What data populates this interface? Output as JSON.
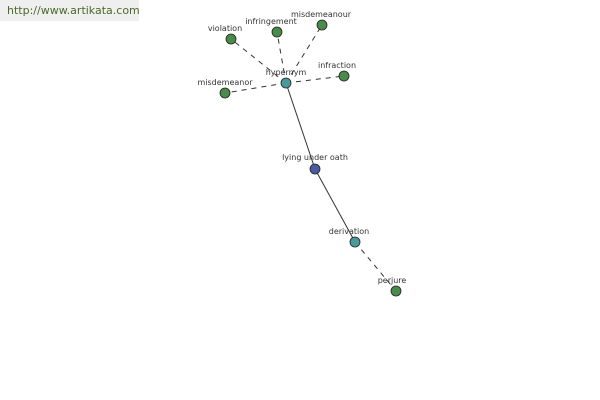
{
  "source": {
    "url": "http://www.artikata.com"
  },
  "graph": {
    "center": {
      "label": "lying under oath",
      "color": "#4a5aa0"
    },
    "relations": [
      {
        "label": "hypernym",
        "color": "#4a9a9a",
        "terms": [
          "violation",
          "infringement",
          "misdemeanour",
          "infraction",
          "misdemeanor"
        ]
      },
      {
        "label": "derivation",
        "color": "#4a9a9a",
        "terms": [
          "perjure"
        ]
      }
    ],
    "term_color": "#4a8a4a",
    "edge_color": "#333333"
  }
}
